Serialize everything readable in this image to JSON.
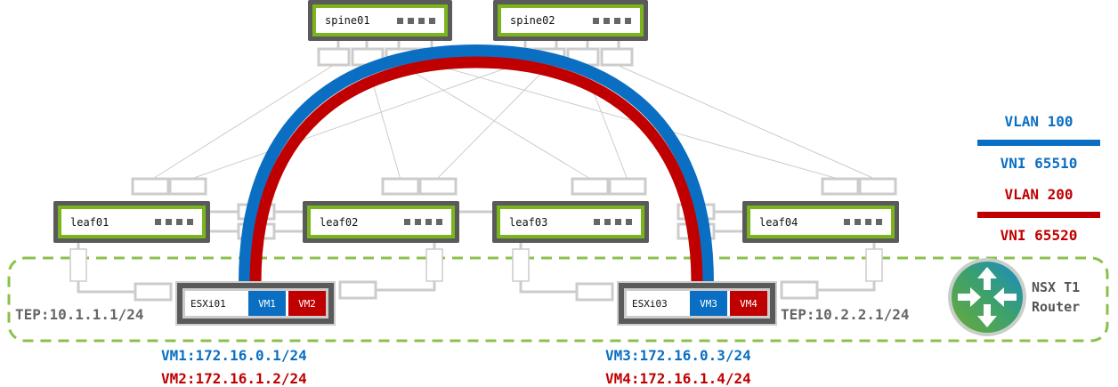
{
  "colors": {
    "vlan100": "#0a6fc2",
    "vlan200": "#c00000",
    "switch_border": "#5a5a5a",
    "switch_accent": "#7ab51d",
    "tep_text": "#666666",
    "transport_zone": "#8cc04b"
  },
  "spines": [
    {
      "name": "spine01"
    },
    {
      "name": "spine02"
    }
  ],
  "leafs": [
    {
      "name": "leaf01"
    },
    {
      "name": "leaf02"
    },
    {
      "name": "leaf03"
    },
    {
      "name": "leaf04"
    }
  ],
  "hosts": [
    {
      "name": "ESXi01",
      "vms": [
        "VM1",
        "VM2"
      ],
      "tep": "TEP:10.1.1.1/24"
    },
    {
      "name": "ESXi03",
      "vms": [
        "VM3",
        "VM4"
      ],
      "tep": "TEP:10.2.2.1/24"
    }
  ],
  "vm_ips": [
    {
      "text": "VM1:172.16.0.1/24",
      "segment": "vlan100"
    },
    {
      "text": "VM2:172.16.1.2/24",
      "segment": "vlan200"
    },
    {
      "text": "VM3:172.16.0.3/24",
      "segment": "vlan100"
    },
    {
      "text": "VM4:172.16.1.4/24",
      "segment": "vlan200"
    }
  ],
  "legend": [
    {
      "vlan": "VLAN 100",
      "vni": "VNI 65510",
      "color": "#0a6fc2"
    },
    {
      "vlan": "VLAN 200",
      "vni": "VNI 65520",
      "color": "#c00000"
    }
  ],
  "router": {
    "icon": "nsx-router-icon",
    "line1": "NSX T1",
    "line2": "Router"
  }
}
